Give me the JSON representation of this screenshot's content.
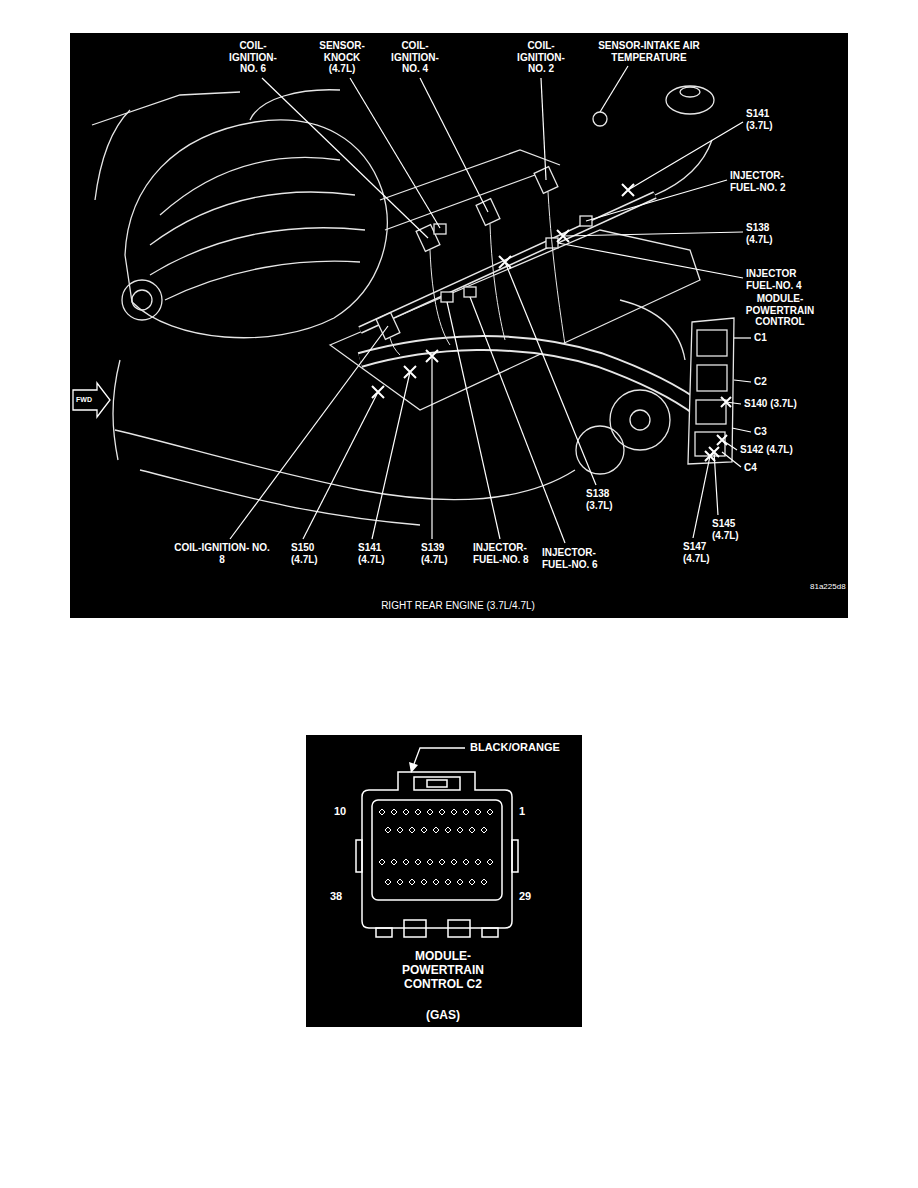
{
  "diagram": {
    "labels": [
      "COIL- IGNITION- NO. 6",
      "SENSOR- KNOCK (4.7L)",
      "COIL- IGNITION- NO. 4",
      "COIL- IGNITION- NO. 2",
      "SENSOR-INTAKE AIR TEMPERATURE",
      "S141 (3.7L)",
      "INJECTOR- FUEL-NO. 2",
      "S138 (4.7L)",
      "INJECTOR FUEL-NO. 4",
      "MODULE- POWERTRAIN CONTROL",
      "C1",
      "C2",
      "S140 (3.7L)",
      "C3",
      "S142 (4.7L)",
      "C4",
      "S145 (4.7L)",
      "S147 (4.7L)",
      "S138 (3.7L)",
      "COIL-IGNITION- NO. 8",
      "S150 (4.7L)",
      "S141 (4.7L)",
      "S139 (4.7L)",
      "INJECTOR- FUEL-NO. 8",
      "INJECTOR- FUEL-NO. 6",
      "81a225d8",
      "FWD",
      "RIGHT REAR ENGINE (3.7L/4.7L)",
      "BLACK/ORANGE",
      "10",
      "1",
      "38",
      "29",
      "MODULE- POWERTRAIN CONTROL C2",
      "(GAS)"
    ]
  }
}
